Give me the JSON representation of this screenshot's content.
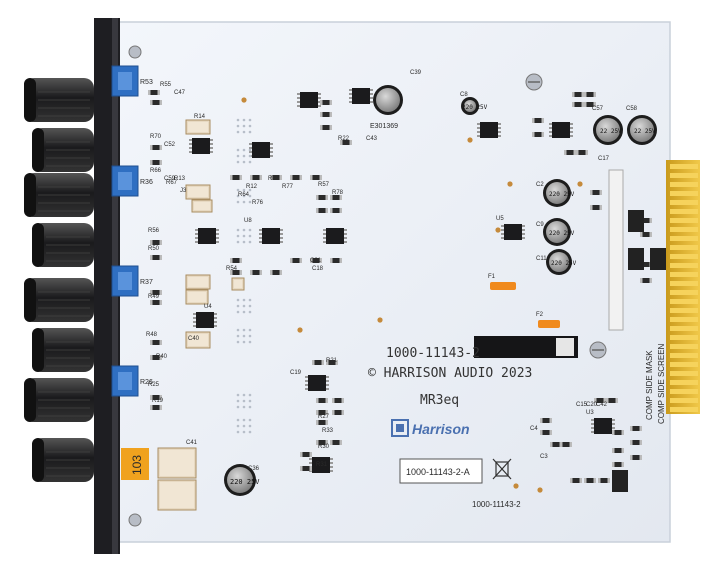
{
  "board": {
    "part_number": "1000-11143-2",
    "copyright": "© HARRISON AUDIO 2023",
    "model": "MR3eq",
    "brand": "Harrison",
    "sticker": "1000-11143-2-A",
    "bottom_part_number": "1000-11143-2",
    "edge_labels": [
      "COMP SIDE SCREEN",
      "COMP SIDE MASK"
    ]
  },
  "components": {
    "trim_pots": [
      "R53",
      "R36",
      "R37",
      "R26"
    ],
    "electrolytics": [
      {
        "ref": "C39",
        "value": ""
      },
      {
        "ref": "C57",
        "value": "22 25V"
      },
      {
        "ref": "C58",
        "value": "22 25V"
      },
      {
        "ref": "C2",
        "value": "220 25V"
      },
      {
        "ref": "C9",
        "value": "220 25V"
      },
      {
        "ref": "C11",
        "value": "220 25V"
      },
      {
        "ref": "C8",
        "value": "220 25V"
      }
    ],
    "ic_labels": [
      "U8",
      "U5",
      "U4",
      "U3"
    ],
    "fuses": [
      "F1",
      "F2"
    ],
    "misc_labels": [
      "R55",
      "R70",
      "R66",
      "R67",
      "R63",
      "R64",
      "R57",
      "R56",
      "R50",
      "R49",
      "R48",
      "R40",
      "R25",
      "R19",
      "R21",
      "R27",
      "R33",
      "R30",
      "R31",
      "R22",
      "R14",
      "R13",
      "R12",
      "R54",
      "C40",
      "C41",
      "C36",
      "C19",
      "C21",
      "C18",
      "C4",
      "C3",
      "C17",
      "C15",
      "C20",
      "C42",
      "C43",
      "C47",
      "C52",
      "C59",
      "J3",
      "R77",
      "R76",
      "R78"
    ],
    "ul_marking": "E301369",
    "orange_cap": "103",
    "bottom_cap": "220 25V"
  },
  "colors": {
    "pcb": "#eef2f8",
    "panel": "#1e1e22",
    "knob": "#222224",
    "trimmer": "#2f6fc2",
    "edge_gold": "#e6b730",
    "silk": "#2a2a2a"
  }
}
